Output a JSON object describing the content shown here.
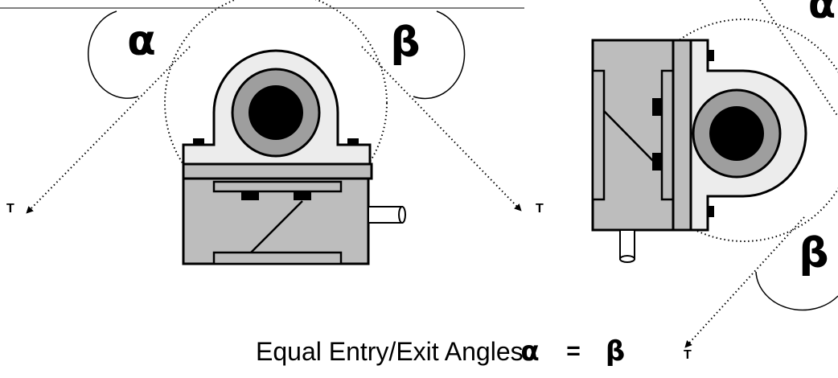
{
  "labels": {
    "alpha_left": "α",
    "beta_left": "β",
    "alpha_right": "α",
    "beta_right": "β",
    "tension_1": "T",
    "tension_2": "T",
    "tension_3": "T"
  },
  "caption": {
    "text": "Equal Entry/Exit Angles",
    "alpha": "α",
    "equals": "=",
    "beta": "β"
  },
  "colors": {
    "housing": "#bdbdbd",
    "pillow": "#ececec",
    "bore_ring": "#9e9e9e",
    "shaft": "#000000",
    "line": "#000000"
  }
}
